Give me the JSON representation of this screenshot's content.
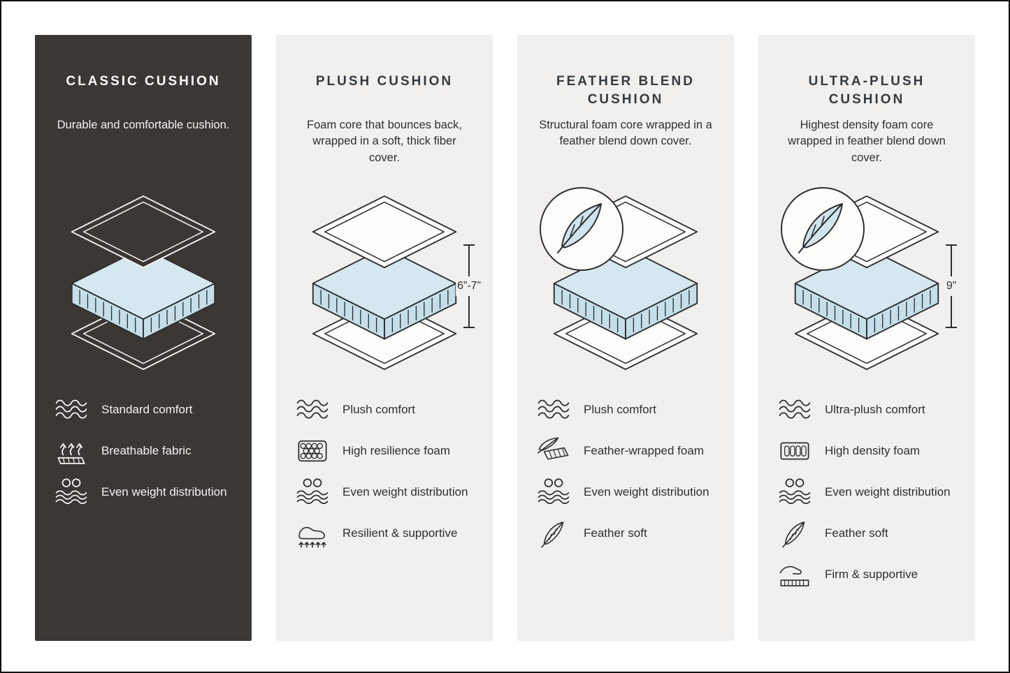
{
  "colors": {
    "dark_panel_bg": "#3b3734",
    "light_panel_bg": "#f1f0ee",
    "foam_fill": "#d5e8f1",
    "line": "#2e2e2e"
  },
  "panels": [
    {
      "id": "classic",
      "title": "CLASSIC CUSHION",
      "description": "Durable and comfortable cushion.",
      "features": [
        {
          "icon": "waves-icon",
          "label": "Standard comfort"
        },
        {
          "icon": "breathable-fabric-icon",
          "label": "Breathable fabric"
        },
        {
          "icon": "even-weight-icon",
          "label": "Even weight distribution"
        }
      ]
    },
    {
      "id": "plush",
      "title": "PLUSH CUSHION",
      "description": "Foam core that bounces back, wrapped in a soft, thick fiber cover.",
      "dimension_label": "6”-7”",
      "features": [
        {
          "icon": "waves-icon",
          "label": "Plush comfort"
        },
        {
          "icon": "resilience-foam-icon",
          "label": "High resilience foam"
        },
        {
          "icon": "even-weight-icon",
          "label": "Even weight distribution"
        },
        {
          "icon": "resilient-supportive-icon",
          "label": "Resilient & supportive"
        }
      ]
    },
    {
      "id": "feather-blend",
      "title": "FEATHER BLEND CUSHION",
      "description": "Structural foam core wrapped in a feather blend down cover.",
      "features": [
        {
          "icon": "waves-icon",
          "label": "Plush comfort"
        },
        {
          "icon": "feather-wrapped-foam-icon",
          "label": "Feather-wrapped foam"
        },
        {
          "icon": "even-weight-icon",
          "label": "Even weight distribution"
        },
        {
          "icon": "feather-icon",
          "label": "Feather soft"
        }
      ]
    },
    {
      "id": "ultra-plush",
      "title": "ULTRA-PLUSH CUSHION",
      "description": "Highest density foam core wrapped in feather blend down cover.",
      "dimension_label": "9”",
      "features": [
        {
          "icon": "waves-icon",
          "label": "Ultra-plush comfort"
        },
        {
          "icon": "high-density-foam-icon",
          "label": "High density foam"
        },
        {
          "icon": "even-weight-icon",
          "label": "Even weight distribution"
        },
        {
          "icon": "feather-icon",
          "label": "Feather soft"
        },
        {
          "icon": "firm-supportive-icon",
          "label": "Firm & supportive"
        }
      ]
    }
  ]
}
